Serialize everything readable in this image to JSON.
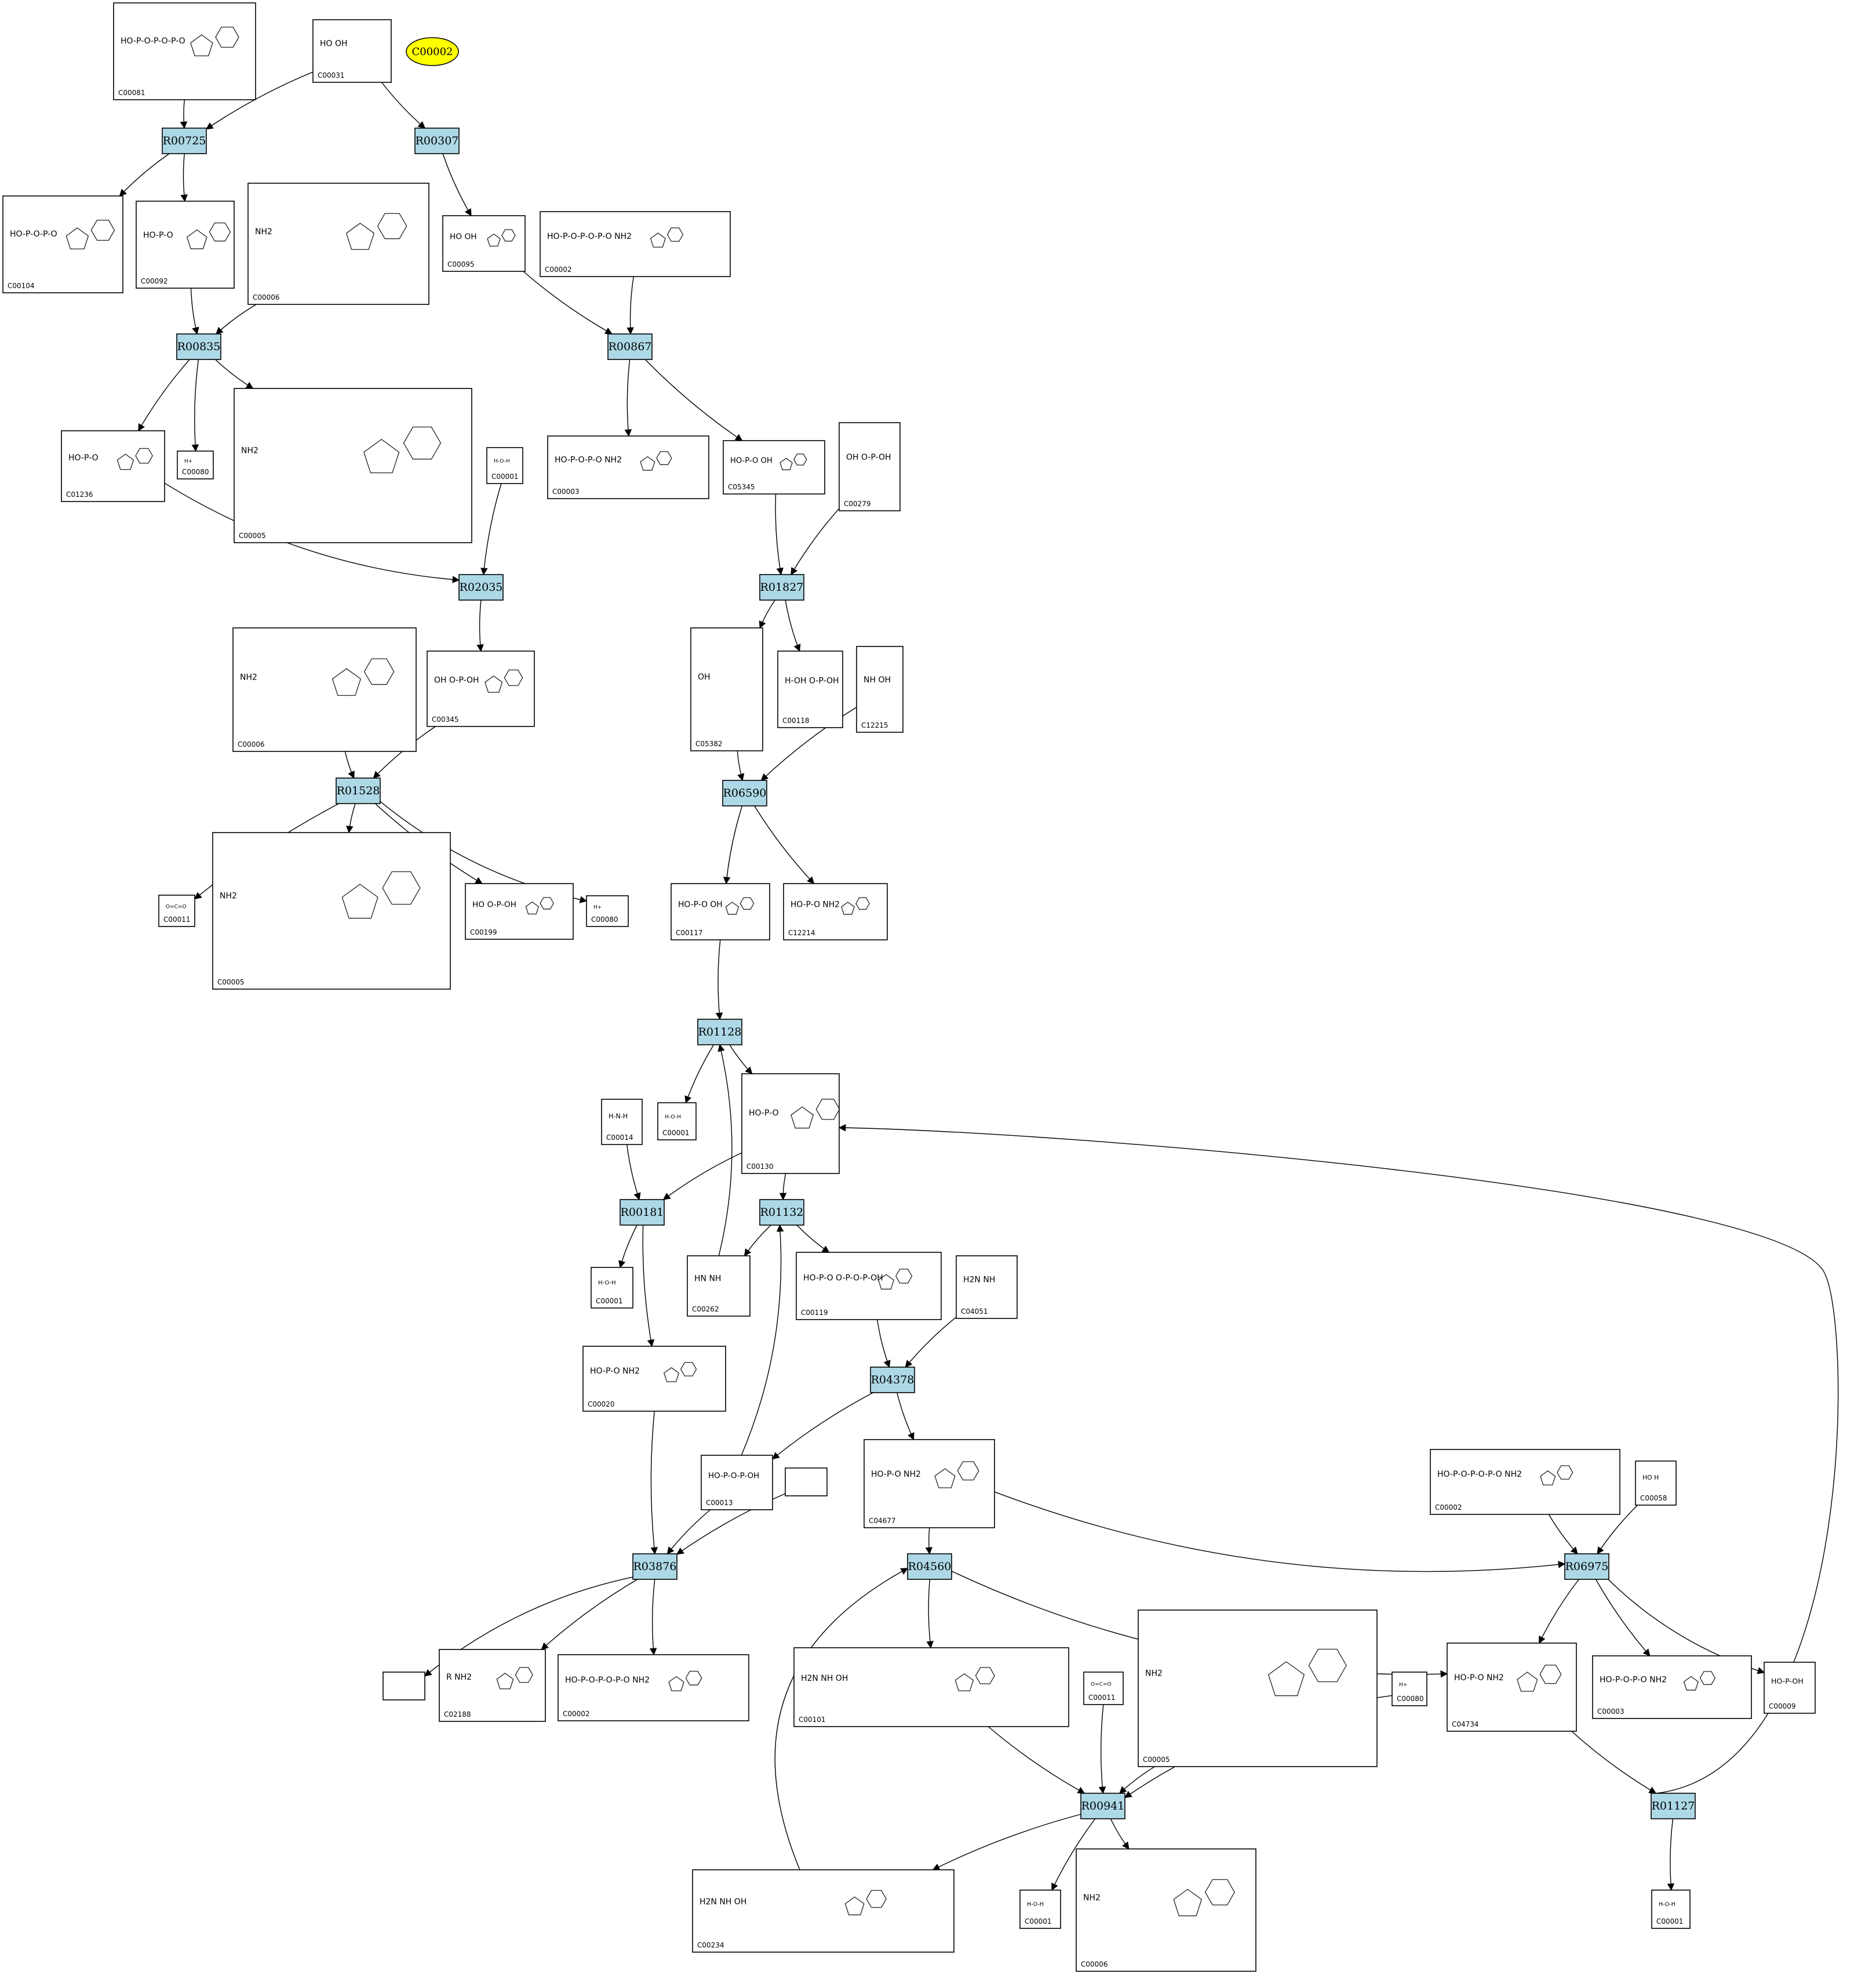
{
  "highlight": {
    "label": "C00002",
    "color": "#ffff00"
  },
  "colors": {
    "reaction_fill": "#add8e6",
    "compound_fill": "#ffffff",
    "stroke": "#000000"
  },
  "reactions": [
    {
      "id": "R00725"
    },
    {
      "id": "R00307"
    },
    {
      "id": "R00835"
    },
    {
      "id": "R00867"
    },
    {
      "id": "R02035"
    },
    {
      "id": "R01827"
    },
    {
      "id": "R01528"
    },
    {
      "id": "R06590"
    },
    {
      "id": "R01128"
    },
    {
      "id": "R00181"
    },
    {
      "id": "R01132"
    },
    {
      "id": "R04378"
    },
    {
      "id": "R03876"
    },
    {
      "id": "R04560"
    },
    {
      "id": "R06975"
    },
    {
      "id": "R00941"
    },
    {
      "id": "R01127"
    }
  ],
  "compounds": [
    {
      "key": "c1",
      "id": "C00081",
      "text": "HO-P-O-P-O-P-O"
    },
    {
      "key": "c2",
      "id": "C00031",
      "text": "HO  OH"
    },
    {
      "key": "c3",
      "id": "C00104",
      "text": "HO-P-O-P-O"
    },
    {
      "key": "c4",
      "id": "C00092",
      "text": "HO-P-O"
    },
    {
      "key": "c5",
      "id": "C00006",
      "text": "NH2"
    },
    {
      "key": "c6",
      "id": "C00095",
      "text": "HO  OH"
    },
    {
      "key": "c7",
      "id": "C00002",
      "text": "HO-P-O-P-O-P-O   NH2"
    },
    {
      "key": "c8",
      "id": "C01236",
      "text": "HO-P-O"
    },
    {
      "key": "c9",
      "id": "C00080",
      "text": "H+"
    },
    {
      "key": "c10",
      "id": "C00005",
      "text": "NH2"
    },
    {
      "key": "c11",
      "id": "C00001",
      "text": "H-O-H"
    },
    {
      "key": "c12",
      "id": "C00003",
      "text": "HO-P-O-P-O   NH2"
    },
    {
      "key": "c13",
      "id": "C05345",
      "text": "HO-P-O   OH"
    },
    {
      "key": "c14",
      "id": "C00279",
      "text": "OH  O-P-OH"
    },
    {
      "key": "c15",
      "id": "C00006",
      "text": "NH2"
    },
    {
      "key": "c16",
      "id": "C00345",
      "text": "OH  O-P-OH"
    },
    {
      "key": "c17",
      "id": "C05382",
      "text": "OH"
    },
    {
      "key": "c18",
      "id": "C00118",
      "text": "H-OH  O-P-OH"
    },
    {
      "key": "c19",
      "id": "C12215",
      "text": "NH  OH"
    },
    {
      "key": "c20",
      "id": "C00011",
      "text": "O=C=O"
    },
    {
      "key": "c21",
      "id": "C00005",
      "text": "NH2"
    },
    {
      "key": "c22",
      "id": "C00199",
      "text": "HO  O-P-OH"
    },
    {
      "key": "c23",
      "id": "C00080",
      "text": "H+"
    },
    {
      "key": "c24",
      "id": "C00117",
      "text": "HO-P-O   OH"
    },
    {
      "key": "c25",
      "id": "C12214",
      "text": "HO-P-O   NH2"
    },
    {
      "key": "c26",
      "id": "C00014",
      "text": "H-N-H"
    },
    {
      "key": "c27",
      "id": "C00001",
      "text": "H-O-H"
    },
    {
      "key": "c28",
      "id": "C00130",
      "text": "HO-P-O"
    },
    {
      "key": "c29",
      "id": "C00001",
      "text": "H-O-H"
    },
    {
      "key": "c30",
      "id": "C00262",
      "text": "HN  NH"
    },
    {
      "key": "c31",
      "id": "C00119",
      "text": "HO-P-O   O-P-O-P-OH"
    },
    {
      "key": "c32",
      "id": "C04051",
      "text": "H2N  NH"
    },
    {
      "key": "c33",
      "id": "C00020",
      "text": "HO-P-O   NH2"
    },
    {
      "key": "c34",
      "id": "C00013",
      "text": "HO-P-O-P-OH"
    },
    {
      "key": "c35",
      "id": "",
      "text": ""
    },
    {
      "key": "c36",
      "id": "C04677",
      "text": "HO-P-O   NH2"
    },
    {
      "key": "c37",
      "id": "C00002",
      "text": "HO-P-O-P-O-P-O   NH2"
    },
    {
      "key": "c38",
      "id": "C00058",
      "text": "HO  H"
    },
    {
      "key": "c39",
      "id": "",
      "text": ""
    },
    {
      "key": "c40",
      "id": "C02188",
      "text": "R  NH2"
    },
    {
      "key": "c41",
      "id": "C00002",
      "text": "HO-P-O-P-O-P-O   NH2"
    },
    {
      "key": "c42",
      "id": "C00101",
      "text": "H2N  NH  OH"
    },
    {
      "key": "c43",
      "id": "C00011",
      "text": "O=C=O"
    },
    {
      "key": "c44",
      "id": "C00005",
      "text": "NH2"
    },
    {
      "key": "c45",
      "id": "C00080",
      "text": "H+"
    },
    {
      "key": "c46",
      "id": "C04734",
      "text": "HO-P-O   NH2"
    },
    {
      "key": "c47",
      "id": "C00003",
      "text": "HO-P-O-P-O   NH2"
    },
    {
      "key": "c48",
      "id": "C00009",
      "text": "HO-P-OH"
    },
    {
      "key": "c49",
      "id": "C00234",
      "text": "H2N  NH  OH"
    },
    {
      "key": "c50",
      "id": "C00001",
      "text": "H-O-H"
    },
    {
      "key": "c51",
      "id": "C00006",
      "text": "NH2"
    },
    {
      "key": "c52",
      "id": "C00001",
      "text": "H-O-H"
    }
  ]
}
